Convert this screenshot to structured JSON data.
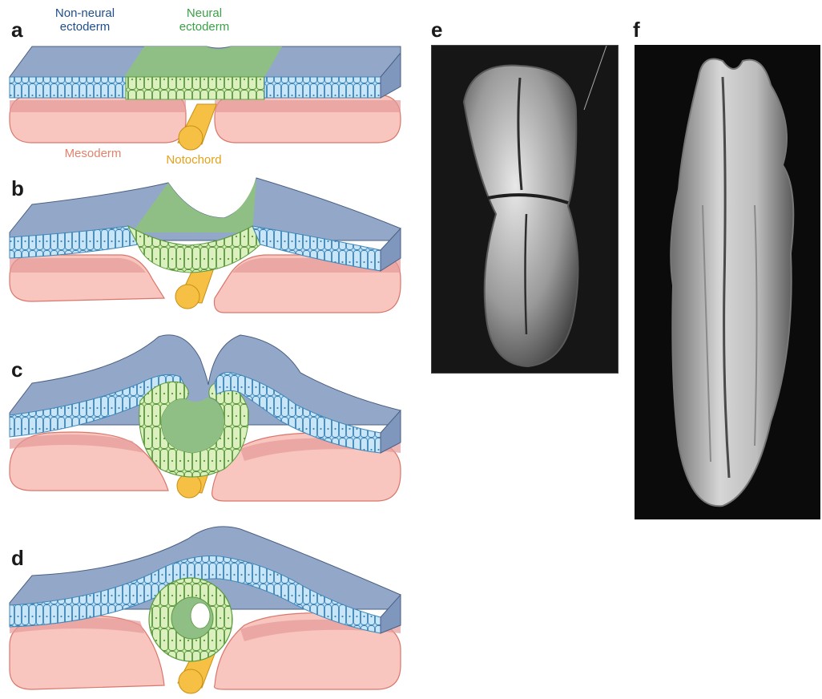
{
  "panels": {
    "a": "a",
    "b": "b",
    "c": "c",
    "d": "d",
    "e": "e",
    "f": "f"
  },
  "labels": {
    "non_neural_line1": "Non-neural",
    "non_neural_line2": "ectoderm",
    "neural_line1": "Neural",
    "neural_line2": "ectoderm",
    "mesoderm": "Mesoderm",
    "notochord": "Notochord"
  },
  "colors": {
    "non_neural_label": "#1f4e8c",
    "neural_label": "#3aa147",
    "mesoderm_label": "#e0826e",
    "notochord_label": "#e3a21a",
    "non_neural_surface": "#93a8c9",
    "neural_surface": "#8fbf85",
    "cell_blue": "#bfe0f5",
    "cell_green": "#d7ebb6",
    "mesoderm": "#f8c6bf",
    "mesoderm_dark": "#e59a98",
    "notochord": "#f6c045"
  },
  "photos": {
    "e": "scanning-electron-micrograph",
    "f": "scanning-electron-micrograph"
  }
}
